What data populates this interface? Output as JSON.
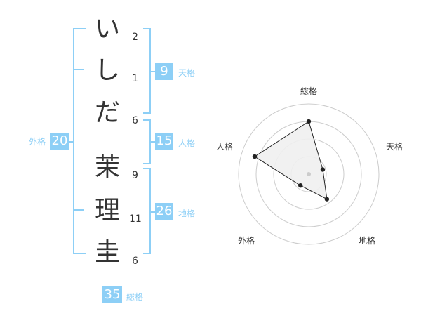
{
  "name": {
    "chars": [
      {
        "char": "い",
        "strokes": "2"
      },
      {
        "char": "し",
        "strokes": "1"
      },
      {
        "char": "だ",
        "strokes": "6"
      },
      {
        "char": "茉",
        "strokes": "9"
      },
      {
        "char": "理",
        "strokes": "11"
      },
      {
        "char": "圭",
        "strokes": "6"
      }
    ]
  },
  "fortune": {
    "tenkaku": {
      "value": "9",
      "label": "天格"
    },
    "jinkaku": {
      "value": "15",
      "label": "人格"
    },
    "chikaku": {
      "value": "26",
      "label": "地格"
    },
    "gaikaku": {
      "value": "20",
      "label": "外格"
    },
    "soukaku": {
      "value": "35",
      "label": "総格"
    }
  },
  "radar": {
    "axes": [
      "総格",
      "天格",
      "地格",
      "外格",
      "人格"
    ],
    "values": [
      0.75,
      0.21,
      0.44,
      0.2,
      0.81
    ],
    "rings": 4,
    "fill_color": "#f0f0f0",
    "line_color": "#222222",
    "ring_color": "#cccccc"
  }
}
